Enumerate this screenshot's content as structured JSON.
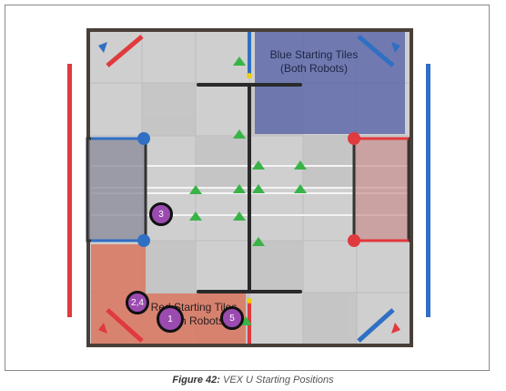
{
  "figure": {
    "caption_prefix": "Figure 42:",
    "caption_text": "VEX U Starting Positions"
  },
  "field": {
    "blue_tiles_label": [
      "Blue Starting Tiles",
      "(Both Robots)"
    ],
    "red_tiles_label": [
      "Red Starting Tiles",
      "(Both Robots)"
    ],
    "colors": {
      "blue_zone": "#5a67a8",
      "red_zone": "#d9765f",
      "blue_alliance": "#2f6fc4",
      "red_alliance": "#e0393e",
      "tile_gray": "#c9c9c9",
      "object_green": "#38b347",
      "marker_purple": "#9b4bb0"
    }
  },
  "markers": [
    {
      "id": "marker-3",
      "label": "3"
    },
    {
      "id": "marker-2-4",
      "label": "2,4"
    },
    {
      "id": "marker-1",
      "label": "1"
    },
    {
      "id": "marker-5",
      "label": "5"
    }
  ]
}
